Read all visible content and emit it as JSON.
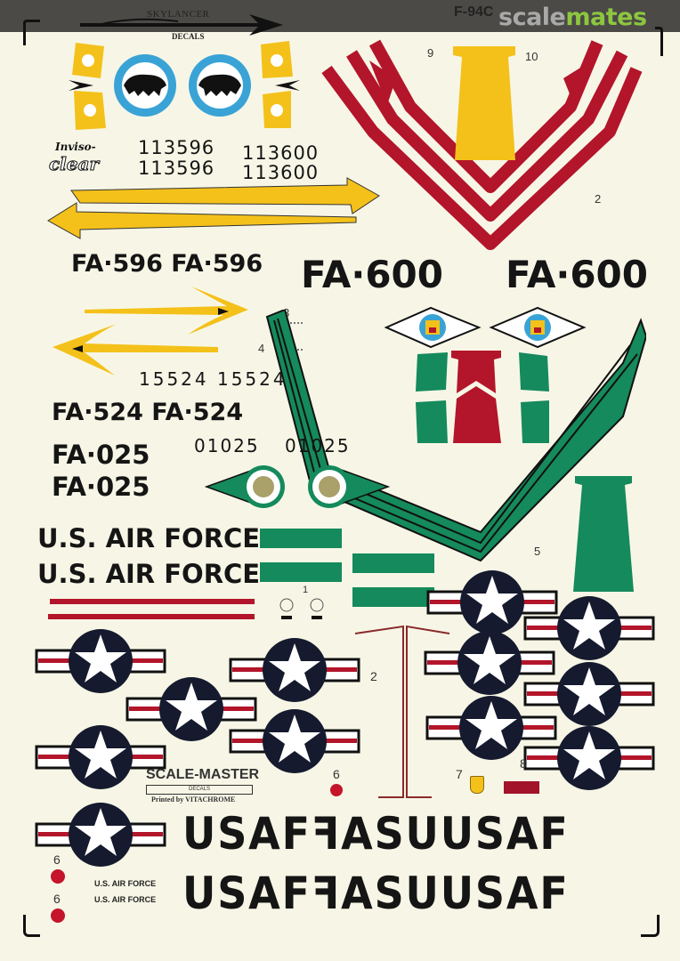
{
  "header": {
    "brand_top": "SKYLANCER",
    "brand_bottom": "DECALS",
    "model_title": "F-94C",
    "watermark_part1": "scale",
    "watermark_part2": "mates"
  },
  "colors": {
    "background": "#f7f6e6",
    "topbar": "#4b4a47",
    "yellow": "#f4c11a",
    "red": "#b3152a",
    "green": "#158a5c",
    "blue": "#3aa3d6",
    "black": "#151515",
    "watermark_grey": "#a9a9a9",
    "watermark_green": "#8dc63f"
  },
  "serials": {
    "s113596_a": "113596",
    "s113596_b": "113596",
    "s113600_a": "113600",
    "s113600_b": "113600",
    "s15524": "15524 15524",
    "s01025_a": "01025",
    "s01025_b": "01025"
  },
  "buzz_numbers": {
    "fa596": "FA·596 FA·596",
    "fa600_a": "FA·600",
    "fa600_b": "FA·600",
    "fa524": "FA·524 FA·524",
    "fa025_a": "FA·025",
    "fa025_b": "FA·025"
  },
  "usaf_text": {
    "line1": "U.S. AIR FORCE",
    "line2": "U.S. AIR FORCE",
    "small1": "U.S. AIR FORCE",
    "small2": "U.S. AIR FORCE",
    "wing1": "USAFꟻASUUSAF",
    "wing2": "USAFꟻASUUSAF"
  },
  "inviso_logo": {
    "line1": "Inviso-",
    "line2": "clear"
  },
  "scalemaster_logo": {
    "title": "SCALE-MASTER",
    "sub": "DECALS",
    "printed": "Printed by VITACHROME"
  },
  "decal_numbers": {
    "n1": "1",
    "n2a": "2",
    "n2b": "2",
    "n3": "3",
    "n4": "4",
    "n5": "5",
    "n6a": "6",
    "n6b": "6",
    "n6c": "6",
    "n7": "7",
    "n8": "8",
    "n9": "9",
    "n10": "10"
  }
}
